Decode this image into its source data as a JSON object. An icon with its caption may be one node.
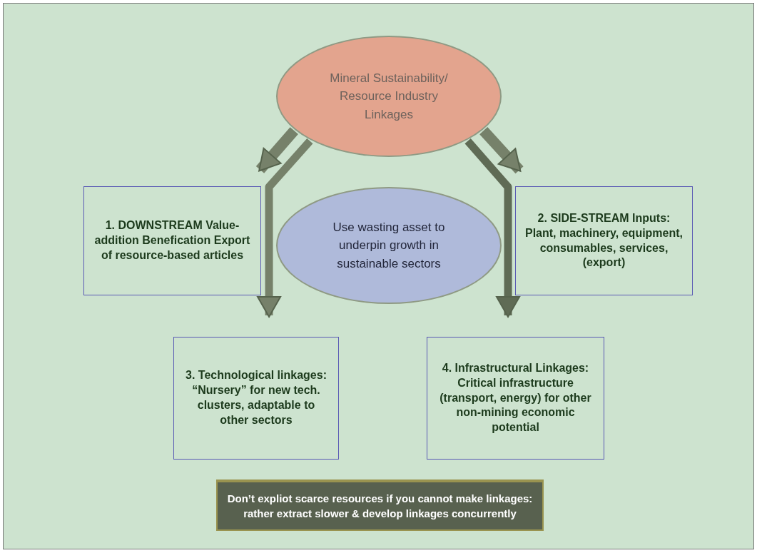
{
  "diagram": {
    "nodes": [
      {
        "text": [
          "Mineral Sustainability/ Resource Industry Linkages"
        ]
      },
      {
        "text": [
          "1. DOWNSTREAM Value-addition Benefication Export of resource-based articles"
        ]
      },
      {
        "text": [
          "Use wasting asset to underpin growth in sustainable sectors"
        ]
      },
      {
        "text": [
          "2. SIDE-STREAM Inputs: Plant, machinery, equipment, consumables, services, (export)"
        ]
      },
      {
        "text": [
          "3. Technological linkages: “Nursery” for new tech. clusters, adaptable to other sectors"
        ]
      },
      {
        "text": [
          "4. Infrastructural Linkages: Critical infrastructure (transport, energy) for other non-mining economic potential"
        ]
      },
      {
        "text": [
          "Don’t expliot scarce resources if you cannot make linkages: rather extract slower & develop linkages concurrently"
        ]
      }
    ],
    "edges": [
      {
        "from": 0,
        "to": 1,
        "arrow": "to"
      },
      {
        "from": 0,
        "to": 4,
        "arrow": "to"
      },
      {
        "from": 0,
        "to": 5,
        "arrow": "to",
        "color": "#5f6b55"
      },
      {
        "from": 0,
        "to": 3,
        "arrow": "to"
      }
    ]
  }
}
